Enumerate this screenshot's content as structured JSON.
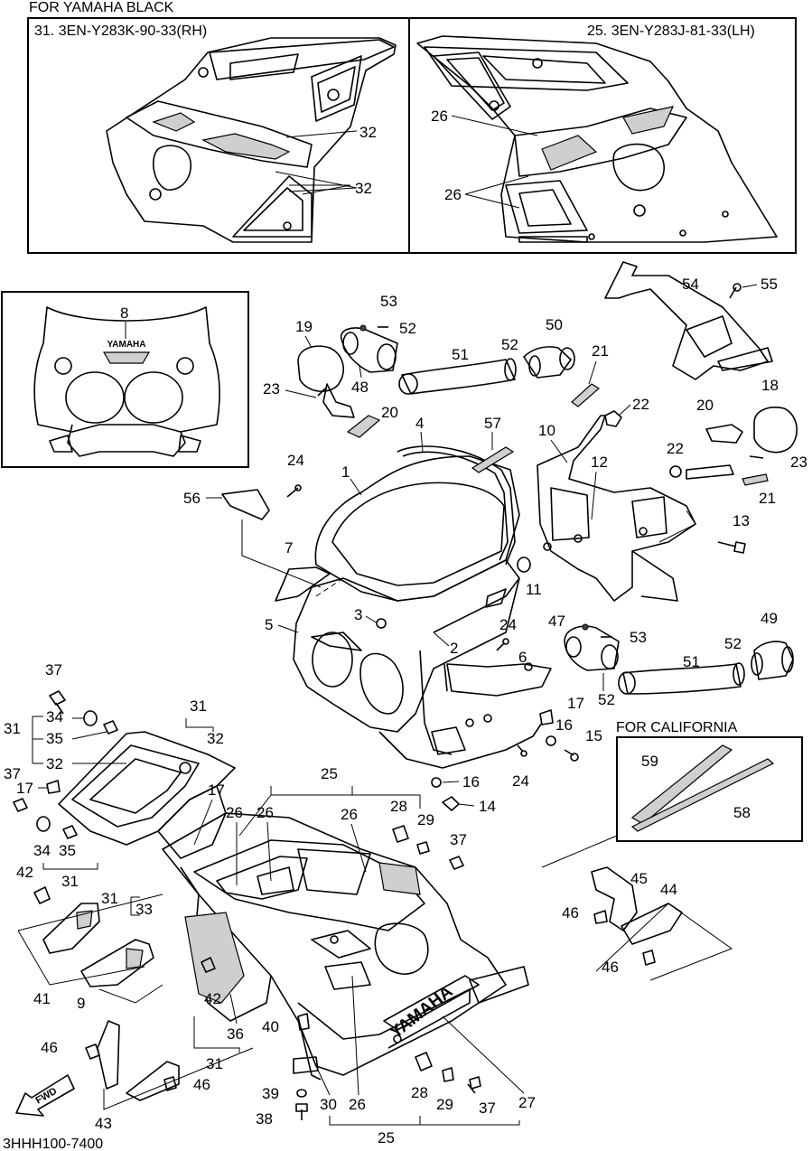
{
  "header": {
    "variant_title": "FOR YAMAHA BLACK",
    "rh_title": "31. 3EN-Y283K-90-33(RH)",
    "lh_title": "25. 3EN-Y283J-81-33(LH)",
    "california_title": "FOR CALIFORNIA",
    "drawing_number": "3HHH100-7400",
    "fwd_label": "FWD"
  },
  "callouts": [
    "32",
    "32",
    "26",
    "26",
    "8",
    "53",
    "52",
    "19",
    "50",
    "51",
    "52",
    "21",
    "54",
    "55",
    "23",
    "48",
    "20",
    "22",
    "18",
    "4",
    "57",
    "10",
    "20",
    "1",
    "24",
    "12",
    "22",
    "23",
    "56",
    "13",
    "21",
    "7",
    "11",
    "3",
    "5",
    "24",
    "2",
    "47",
    "53",
    "49",
    "6",
    "51",
    "52",
    "37",
    "17",
    "52",
    "31",
    "31",
    "34",
    "35",
    "32",
    "16",
    "24",
    "15",
    "FOR_CAL",
    "59",
    "58",
    "32",
    "25",
    "16",
    "14",
    "37",
    "17",
    "17",
    "28",
    "26",
    "26",
    "26",
    "29",
    "37",
    "34",
    "35",
    "31",
    "42",
    "31",
    "33",
    "45",
    "44",
    "46",
    "46",
    "41",
    "9",
    "42",
    "36",
    "40",
    "31",
    "46",
    "46",
    "39",
    "28",
    "29",
    "37",
    "27",
    "38",
    "30",
    "26",
    "43",
    "25"
  ],
  "labels": {
    "l32a": "32",
    "l32b": "32",
    "l26a": "26",
    "l26b": "26",
    "l8": "8",
    "l53a": "53",
    "l52a": "52",
    "l19": "19",
    "l50": "50",
    "l51a": "51",
    "l52b": "52",
    "l21a": "21",
    "l54": "54",
    "l55": "55",
    "l23a": "23",
    "l48": "48",
    "l20a": "20",
    "l22a": "22",
    "l18": "18",
    "l4": "4",
    "l57": "57",
    "l10": "10",
    "l20b": "20",
    "l1": "1",
    "l24a": "24",
    "l12": "12",
    "l22b": "22",
    "l23b": "23",
    "l56": "56",
    "l13": "13",
    "l21b": "21",
    "l7": "7",
    "l11": "11",
    "l3": "3",
    "l5": "5",
    "l24b": "24",
    "l2": "2",
    "l47": "47",
    "l53b": "53",
    "l49": "49",
    "l6": "6",
    "l51b": "51",
    "l52c": "52",
    "l37a": "37",
    "l17a": "17",
    "l52d": "52",
    "l31a": "31",
    "l31b": "31",
    "l34a": "34",
    "l35a": "35",
    "l32c": "32",
    "l16a": "16",
    "l24c": "24",
    "l15": "15",
    "l59": "59",
    "l58": "58",
    "l32d": "32",
    "l25a": "25",
    "l16b": "16",
    "l14": "14",
    "l37b": "37",
    "l17b": "17",
    "l17c": "17",
    "l28a": "28",
    "l26c": "26",
    "l26d": "26",
    "l26e": "26",
    "l29a": "29",
    "l37c": "37",
    "l34b": "34",
    "l35b": "35",
    "l31c": "31",
    "l42a": "42",
    "l31d": "31",
    "l33": "33",
    "l45": "45",
    "l44": "44",
    "l46a": "46",
    "l46b": "46",
    "l41": "41",
    "l9": "9",
    "l42b": "42",
    "l36": "36",
    "l40": "40",
    "l31e": "31",
    "l46c": "46",
    "l46d": "46",
    "l39": "39",
    "l28b": "28",
    "l29b": "29",
    "l37d": "37",
    "l27": "27",
    "l38": "38",
    "l30": "30",
    "l26f": "26",
    "l43": "43",
    "l25b": "25"
  },
  "decals": {
    "yamaha_small": "YAMAHA",
    "yamaha_large": "YAMAHA"
  }
}
